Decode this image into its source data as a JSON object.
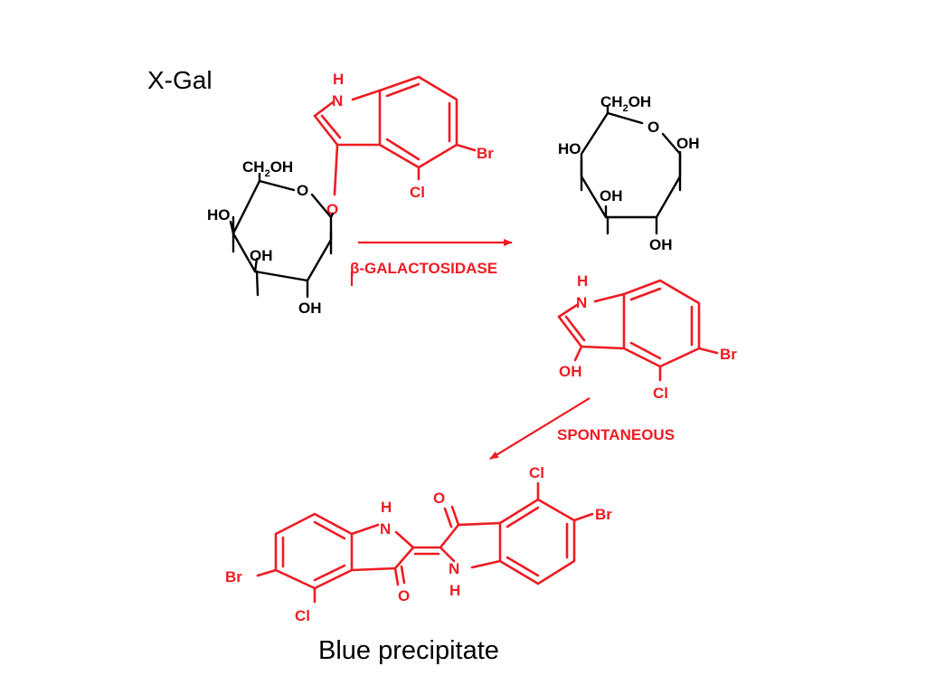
{
  "title": "X-Gal",
  "caption": "Blue precipitate",
  "colors": {
    "structure_red": "#ee1c23",
    "structure_black": "#000000"
  },
  "xgal": {
    "indole_nh": "H",
    "indole_n": "N",
    "br": "Br",
    "cl": "Cl",
    "link_o": "O",
    "sugar_ch2oh": "CH",
    "sugar_ch2oh_sub": "2",
    "sugar_ch2oh_tail": "OH",
    "sugar_ring_o": "O",
    "sugar_ho": "HO",
    "sugar_oh_inner": "OH",
    "sugar_oh_bottom": "OH"
  },
  "galactose": {
    "ch2oh": "CH",
    "ch2oh_sub": "2",
    "ch2oh_tail": "OH",
    "ring_o": "O",
    "oh_right": "OH",
    "ho_left": "HO",
    "oh_inner": "OH",
    "oh_bottom": "OH"
  },
  "indoxyl": {
    "nh": "H",
    "n": "N",
    "br": "Br",
    "oh": "OH",
    "cl": "Cl"
  },
  "dimer": {
    "nh_left_h": "H",
    "nh_left_n": "N",
    "o_top": "O",
    "cl_top": "Cl",
    "br_right": "Br",
    "br_left": "Br",
    "o_bottom": "O",
    "nh_right_n": "N",
    "nh_right_h": "H",
    "cl_bottom": "Cl"
  },
  "reaction": {
    "enzyme_label": "β-GALACTOSIDASE",
    "step2_label": "SPONTANEOUS"
  }
}
